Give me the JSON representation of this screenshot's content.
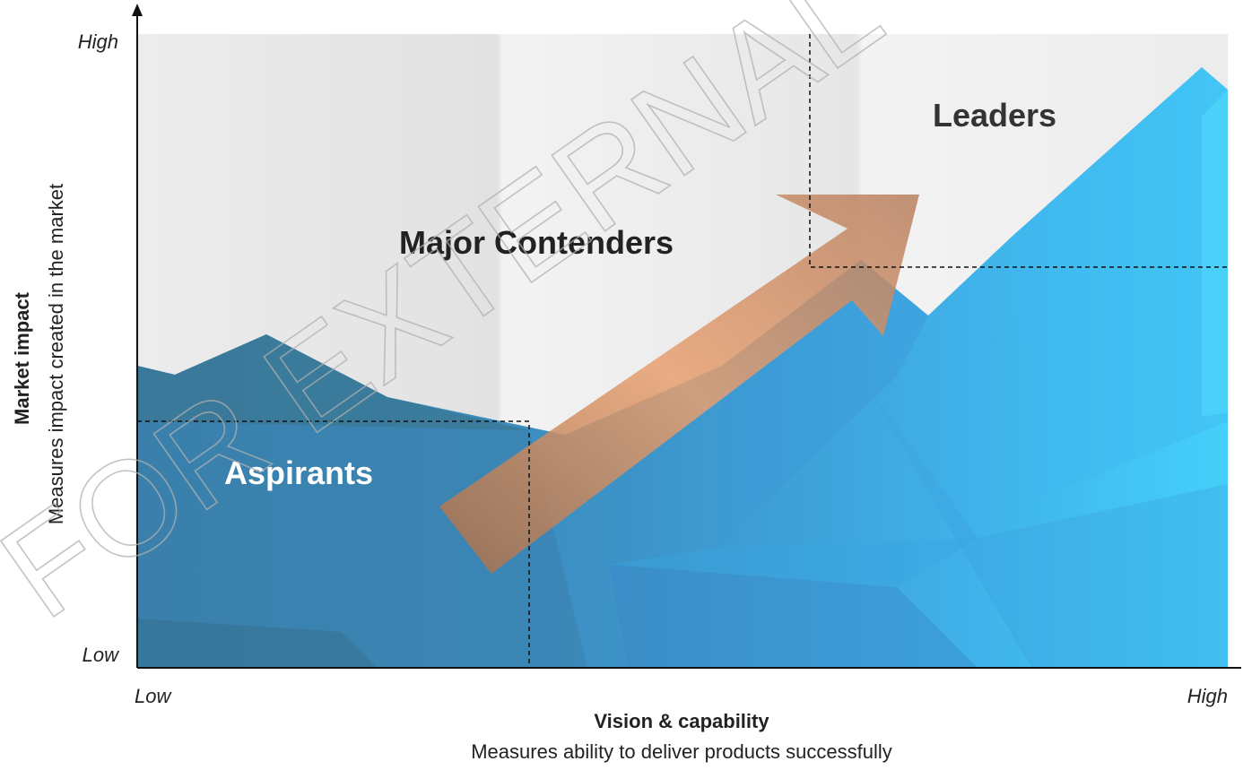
{
  "y_axis": {
    "title": "Market impact",
    "subtitle": "Measures impact created in the market",
    "high_label": "High",
    "low_label": "Low"
  },
  "x_axis": {
    "title": "Vision & capability",
    "subtitle": "Measures ability to deliver products successfully",
    "low_label": "Low",
    "high_label": "High"
  },
  "zones": {
    "aspirants": "Aspirants",
    "major_contenders": "Major Contenders",
    "leaders": "Leaders"
  },
  "watermark": "FOR EXTERNAL",
  "colors": {
    "area_dark": "#3a7fa8",
    "area_mid": "#3fa4dc",
    "area_light": "#42c4f5",
    "arrow_top": "#e8a070",
    "arrow_bottom": "#a07050",
    "text_dark": "#222222",
    "text_light": "#ffffff"
  }
}
